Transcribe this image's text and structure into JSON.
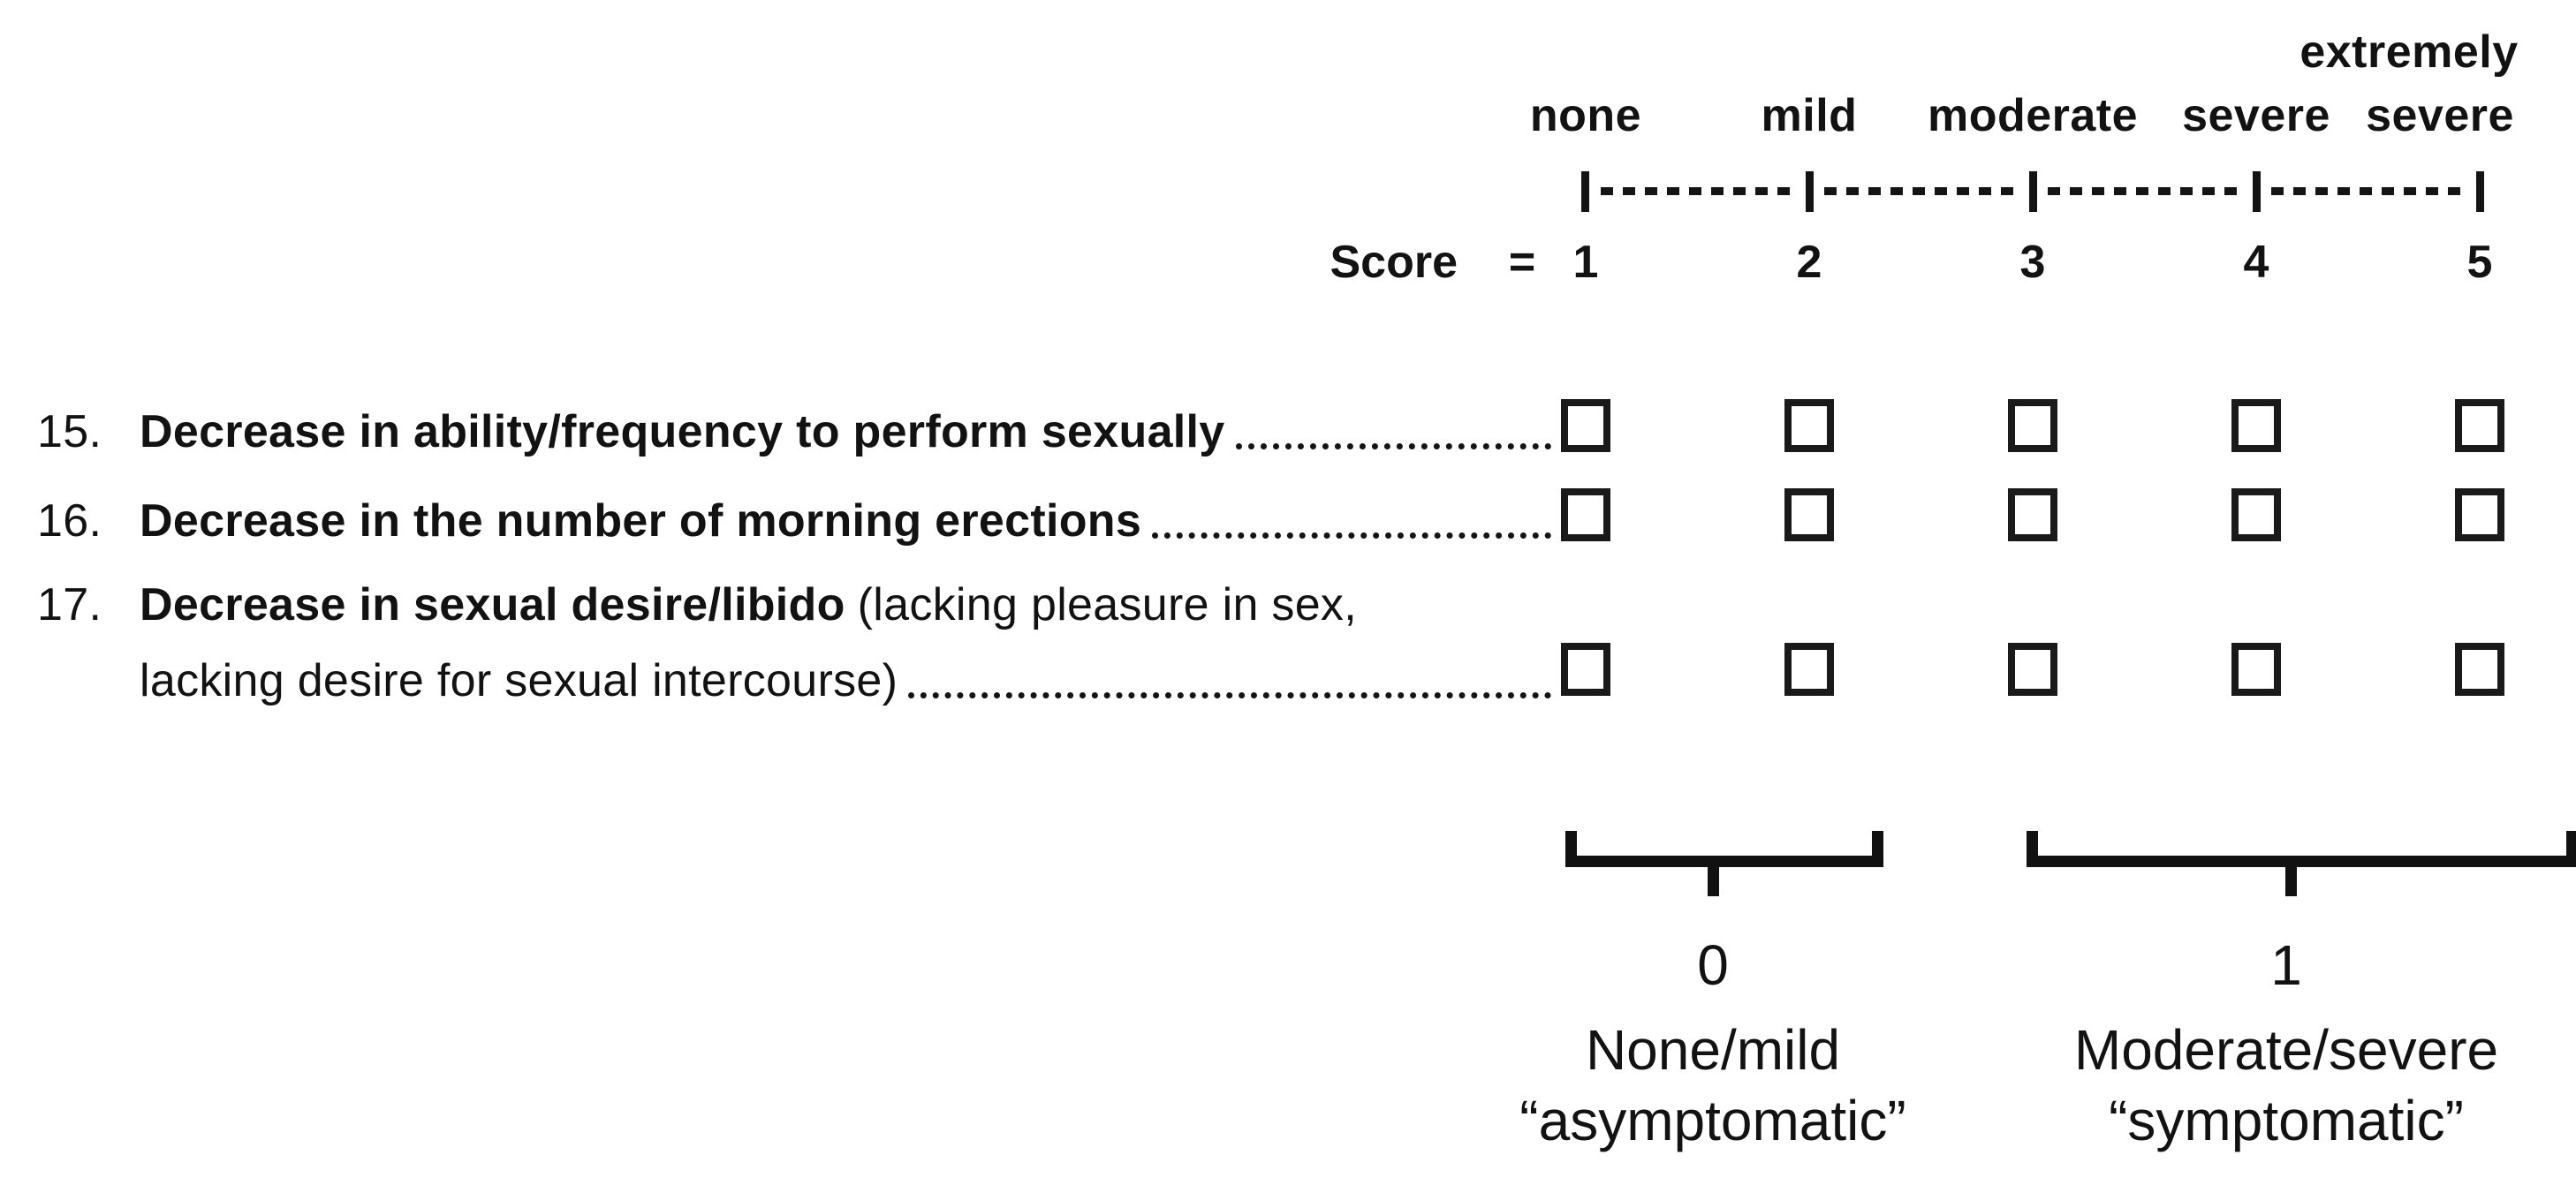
{
  "header": {
    "extra_label": "extremely",
    "labels": [
      "none",
      "mild",
      "moderate",
      "severe",
      "severe"
    ],
    "score_word": "Score",
    "equals": "=",
    "scores": [
      "1",
      "2",
      "3",
      "4",
      "5"
    ]
  },
  "items": [
    {
      "num": "15.",
      "title": "Decrease in ability/frequency to perform sexually"
    },
    {
      "num": "16.",
      "title": "Decrease in the number of morning erections"
    },
    {
      "num": "17.",
      "title": "Decrease in sexual desire/libido",
      "note": "(lacking pleasure in sex,",
      "continuation": "lacking desire for sexual intercourse)"
    }
  ],
  "groups": [
    {
      "value": "0",
      "label": "None/mild",
      "quote": "“asymptomatic”"
    },
    {
      "value": "1",
      "label": "Moderate/severe",
      "quote": "“symptomatic”"
    }
  ]
}
